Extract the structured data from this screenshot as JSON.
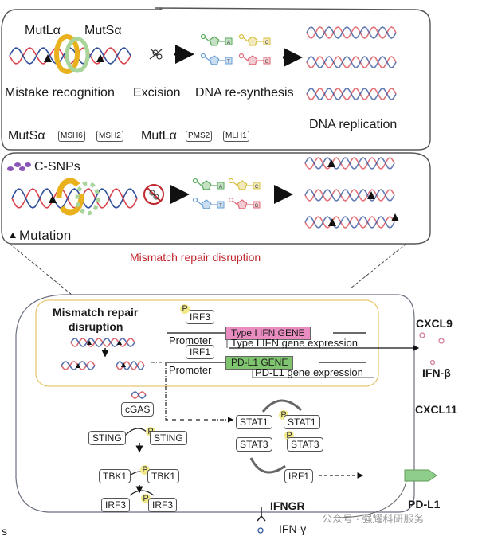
{
  "panel_top": {
    "labels": {
      "mutl": "MutLα",
      "muts": "MutSα",
      "step1": "Mistake recognition",
      "step2": "Excision",
      "step3": "DNA re-synthesis",
      "step4": "DNA replication"
    },
    "legend": {
      "muts_label": "MutSα",
      "muts_proteins": [
        "MSH6",
        "MSH2"
      ],
      "mutl_label": "MutLα",
      "mutl_proteins": [
        "PMS2",
        "MLH1"
      ]
    },
    "nucleotides": [
      "A",
      "T",
      "C",
      "G"
    ]
  },
  "panel_mid": {
    "csnps": "C-SNPs",
    "mutation": "Mutation",
    "nucleotides": [
      "A",
      "T",
      "C",
      "G"
    ]
  },
  "caption": "Mismatch repair disruption",
  "panel_cell": {
    "mmr_title_1": "Mismatch repair",
    "mmr_title_2": "disruption",
    "irf3": "IRF3",
    "irf1": "IRF1",
    "promoter": "Promoter",
    "type1_gene": "Type I IFN GENE",
    "type1_expr": "Type I IFN gene expression",
    "pdl1_gene": "PD-L1 GENE",
    "pdl1_expr": "PD-L1 gene expression",
    "p": "P",
    "cgas": "cGAS",
    "sting": "STING",
    "tbk1": "TBK1",
    "stat1": "STAT1",
    "stat3": "STAT3",
    "irf1_bottom": "IRF1",
    "ifngr": "IFNGR",
    "ifng": "IFN-γ"
  },
  "extracellular": {
    "cxcl9": "CXCL9",
    "ifnb": "IFN-β",
    "cxcl11": "CXCL11",
    "pdl1": "PD-L1"
  },
  "watermark": "公众号 · 强耀科研服务",
  "corner": "s",
  "colors": {
    "gene_type1": "#e98cc0",
    "gene_pdl1": "#7fc46e",
    "caption_red": "#c0262e",
    "mutl_ring": "#e9b11e",
    "muts_ring": "#a9d49a"
  }
}
